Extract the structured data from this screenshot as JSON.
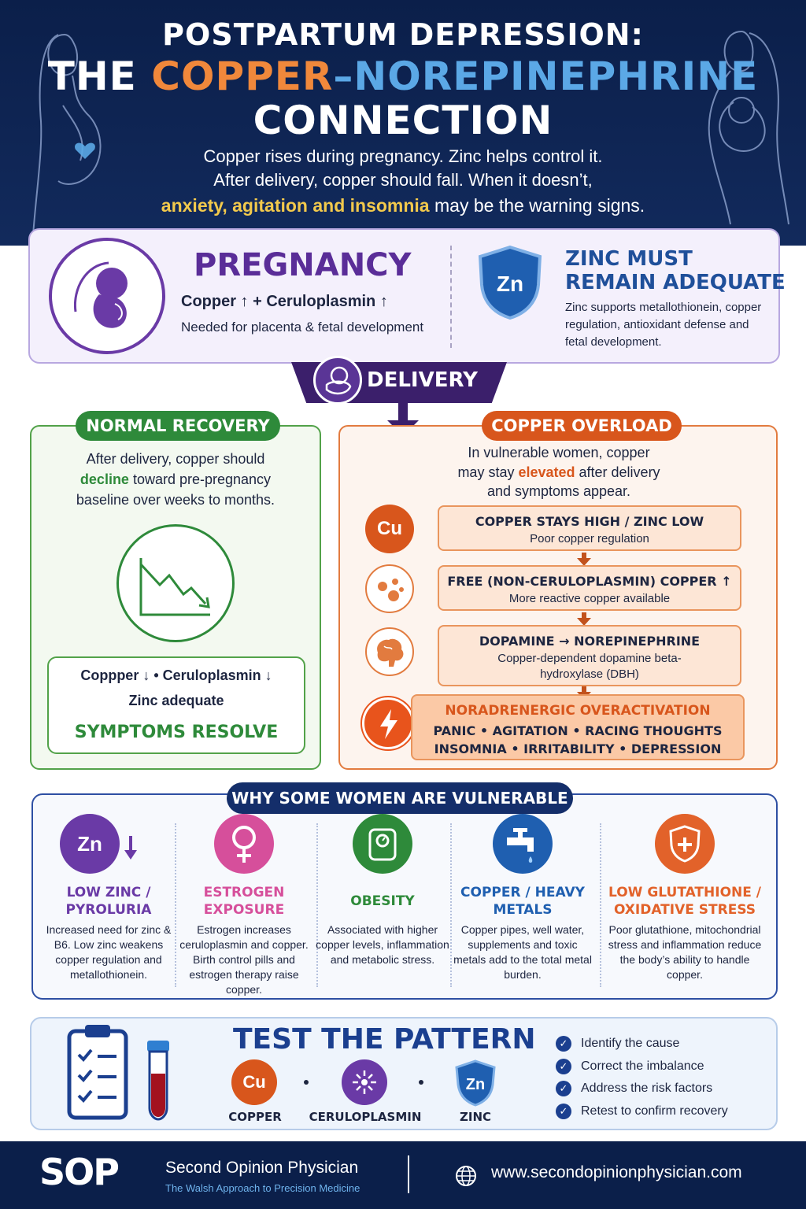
{
  "header": {
    "title_line1": "POSTPARTUM DEPRESSION:",
    "title_line2_pre": "THE ",
    "title_line2_copper": "COPPER",
    "title_line2_dash": "–",
    "title_line2_norepi": "NOREPINEPHRINE",
    "title_line3": "CONNECTION",
    "subtitle_line1": "Copper rises during pregnancy. Zinc helps control it.",
    "subtitle_line2": "After delivery, copper should fall. When it doesn’t,",
    "subtitle_line3_highlight": "anxiety, agitation and insomnia",
    "subtitle_line3_rest": " may be the warning signs."
  },
  "pregnancy": {
    "title": "PREGNANCY",
    "markers": "Copper ↑  +  Ceruloplasmin ↑",
    "note": "Needed for placenta & fetal development"
  },
  "zinc": {
    "shield_label": "Zn",
    "title_line1": "ZINC MUST",
    "title_line2": "REMAIN ADEQUATE",
    "description": "Zinc supports metallothionein, copper regulation, antioxidant defense and fetal development."
  },
  "delivery": {
    "label": "DELIVERY"
  },
  "normal_recovery": {
    "label": "NORMAL RECOVERY",
    "line1": "After delivery, copper should",
    "line2_highlight": "decline",
    "line2_rest": " toward pre-pregnancy",
    "line3": "baseline over weeks to months.",
    "markers": "Coppper ↓   •   Ceruloplasmin ↓",
    "zinc": "Zinc adequate",
    "outcome": "SYMPTOMS RESOLVE"
  },
  "copper_overload": {
    "label": "COPPER OVERLOAD",
    "line1": "In vulnerable women, copper",
    "line2_pre": "may stay ",
    "line2_highlight": "elevated",
    "line2_rest": " after delivery",
    "line3": "and symptoms appear.",
    "cu_icon": "Cu",
    "steps": [
      {
        "title": "COPPER STAYS HIGH / ZINC LOW",
        "desc": "Poor copper regulation"
      },
      {
        "title": "FREE (NON-CERULOPLASMIN) COPPER ↑",
        "desc": "More reactive copper available"
      },
      {
        "title": "DOPAMINE → NOREPINEPHRINE",
        "desc": "Copper-dependent dopamine beta-hydroxylase (DBH)"
      },
      {
        "title": "NORADRENERGIC OVERACTIVATION",
        "desc_line1": "PANIC  •  AGITATION  •  RACING THOUGHTS",
        "desc_line2": "INSOMNIA  •  IRRITABILITY  •  DEPRESSION"
      }
    ]
  },
  "vulnerable": {
    "label": "WHY SOME WOMEN ARE VULNERABLE",
    "items": [
      {
        "icon": "Zn",
        "title": "LOW ZINC / PYROLURIA",
        "desc": "Increased need for zinc & B6. Low zinc weakens copper regulation and metallothionein.",
        "color": "#6a3aa6"
      },
      {
        "icon": "female-symbol-icon",
        "title": "ESTROGEN EXPOSURE",
        "desc": "Estrogen increases ceruloplasmin and copper. Birth control pills and estrogen therapy raise copper.",
        "color": "#d64f9b"
      },
      {
        "icon": "scale-icon",
        "title": "OBESITY",
        "desc": "Associated with higher copper levels, inflammation and metabolic stress.",
        "color": "#2e8a3a"
      },
      {
        "icon": "faucet-icon",
        "title": "COPPER / HEAVY METALS",
        "desc": "Copper pipes, well water, supplements and toxic metals add to the total metal burden.",
        "color": "#1f5fb0"
      },
      {
        "icon": "shield-plus-icon",
        "title": "LOW GLUTATHIONE / OXIDATIVE STRESS",
        "desc": "Poor glutathione, mitochondrial stress and inflammation reduce the body’s ability to handle copper.",
        "color": "#e2622a"
      }
    ]
  },
  "test": {
    "title": "TEST THE PATTERN",
    "markers": [
      {
        "icon": "Cu",
        "label": "COPPER"
      },
      {
        "icon": "ceruloplasmin-icon",
        "label": "CERULOPLASMIN"
      },
      {
        "icon": "Zn",
        "label": "ZINC"
      }
    ],
    "checklist": [
      "Identify the cause",
      "Correct the imbalance",
      "Address the risk factors",
      "Retest to confirm recovery"
    ]
  },
  "footer": {
    "logo": "SOP",
    "brand": "Second Opinion Physician",
    "tagline": "The Walsh Approach to Precision Medicine",
    "website": "www.secondopinionphysician.com"
  },
  "colors": {
    "navy": "#0b1f4a",
    "purple": "#5a2d98",
    "green": "#2e8a3a",
    "orange": "#d8561c",
    "blue": "#1f4f9a"
  }
}
